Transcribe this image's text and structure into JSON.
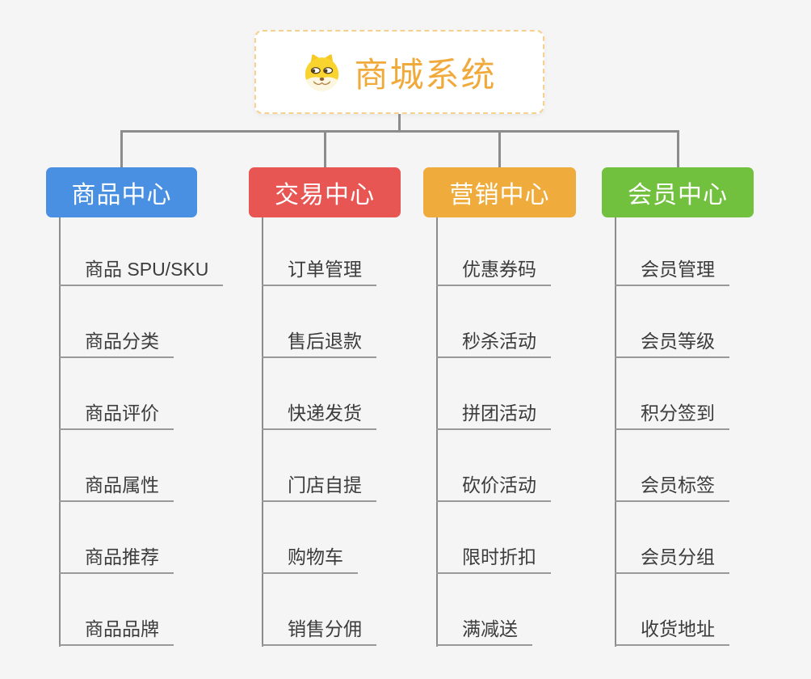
{
  "page": {
    "background": "#f5f5f5",
    "connector_color": "#8c8c8c"
  },
  "root": {
    "title": "商城系统",
    "icon": "dog-icon",
    "text_color": "#f0a93b",
    "border_color": "#f6d08e"
  },
  "branches": [
    {
      "label": "商品中心",
      "color": "#4a90e2",
      "children": [
        "商品 SPU/SKU",
        "商品分类",
        "商品评价",
        "商品属性",
        "商品推荐",
        "商品品牌"
      ]
    },
    {
      "label": "交易中心",
      "color": "#e85653",
      "children": [
        "订单管理",
        "售后退款",
        "快递发货",
        "门店自提",
        "购物车",
        "销售分佣"
      ]
    },
    {
      "label": "营销中心",
      "color": "#efac3c",
      "children": [
        "优惠券码",
        "秒杀活动",
        "拼团活动",
        "砍价活动",
        "限时折扣",
        "满减送"
      ]
    },
    {
      "label": "会员中心",
      "color": "#71c13f",
      "children": [
        "会员管理",
        "会员等级",
        "积分签到",
        "会员标签",
        "会员分组",
        "收货地址"
      ]
    }
  ]
}
